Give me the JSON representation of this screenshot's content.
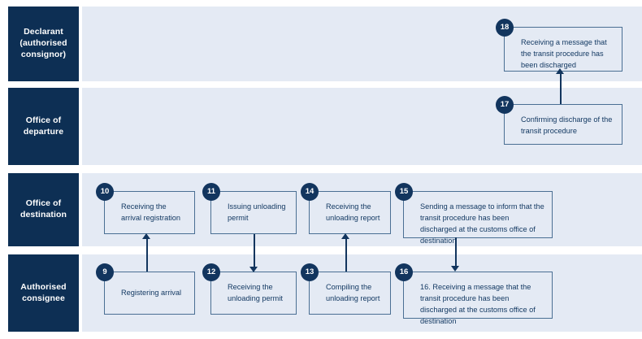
{
  "diagram": {
    "title": "Transit procedure at destination flow",
    "colors": {
      "lane_label_bg": "#0d2f54",
      "lane_body_bg": "#e4eaf4",
      "box_border": "#4a6f93",
      "box_text": "#143a63",
      "number_badge_bg": "#12355e",
      "arrow": "#12355e",
      "page_bg": "#ffffff"
    },
    "lanes": [
      {
        "id": "declarant",
        "label": "Declarant (authorised consignor)",
        "label_lines": [
          "Declarant",
          "(authorised",
          "consignor)"
        ]
      },
      {
        "id": "office-of-departure",
        "label": "Office of departure",
        "label_lines": [
          "Office of",
          "departure"
        ]
      },
      {
        "id": "office-of-destination",
        "label": "Office of destination",
        "label_lines": [
          "Office of",
          "destination"
        ]
      },
      {
        "id": "authorised-consignee",
        "label": "Authorised consignee",
        "label_lines": [
          "Authorised",
          "consignee"
        ]
      }
    ],
    "steps": [
      {
        "number": "9",
        "lane": "authorised-consignee",
        "text": "Registering arrival"
      },
      {
        "number": "10",
        "lane": "office-of-destination",
        "text": "Receiving the arrival registration"
      },
      {
        "number": "11",
        "lane": "office-of-destination",
        "text": "Issuing unloading permit"
      },
      {
        "number": "12",
        "lane": "authorised-consignee",
        "text": "Receiving the unloading permit"
      },
      {
        "number": "13",
        "lane": "authorised-consignee",
        "text": "Compiling the unloading report"
      },
      {
        "number": "14",
        "lane": "office-of-destination",
        "text": "Receiving the unloading report"
      },
      {
        "number": "15",
        "lane": "office-of-destination",
        "text": "Sending a message to inform that the transit procedure has been discharged at the customs office of destination"
      },
      {
        "number": "16",
        "lane": "authorised-consignee",
        "text": "16. Receiving a message that the transit procedure has been discharged at the customs office of destination"
      },
      {
        "number": "17",
        "lane": "office-of-departure",
        "text": "Confirming discharge of the transit procedure"
      },
      {
        "number": "18",
        "lane": "declarant",
        "text": "Receiving a message that the transit procedure has been discharged"
      }
    ],
    "connectors": [
      {
        "id": "c-9-10",
        "from": "9",
        "to": "10",
        "direction": "up"
      },
      {
        "id": "c-11-12",
        "from": "11",
        "to": "12",
        "direction": "down"
      },
      {
        "id": "c-13-14",
        "from": "13",
        "to": "14",
        "direction": "up"
      },
      {
        "id": "c-15-16",
        "from": "15",
        "to": "16",
        "direction": "down"
      },
      {
        "id": "c-17-18",
        "from": "17",
        "to": "18",
        "direction": "up"
      }
    ]
  }
}
